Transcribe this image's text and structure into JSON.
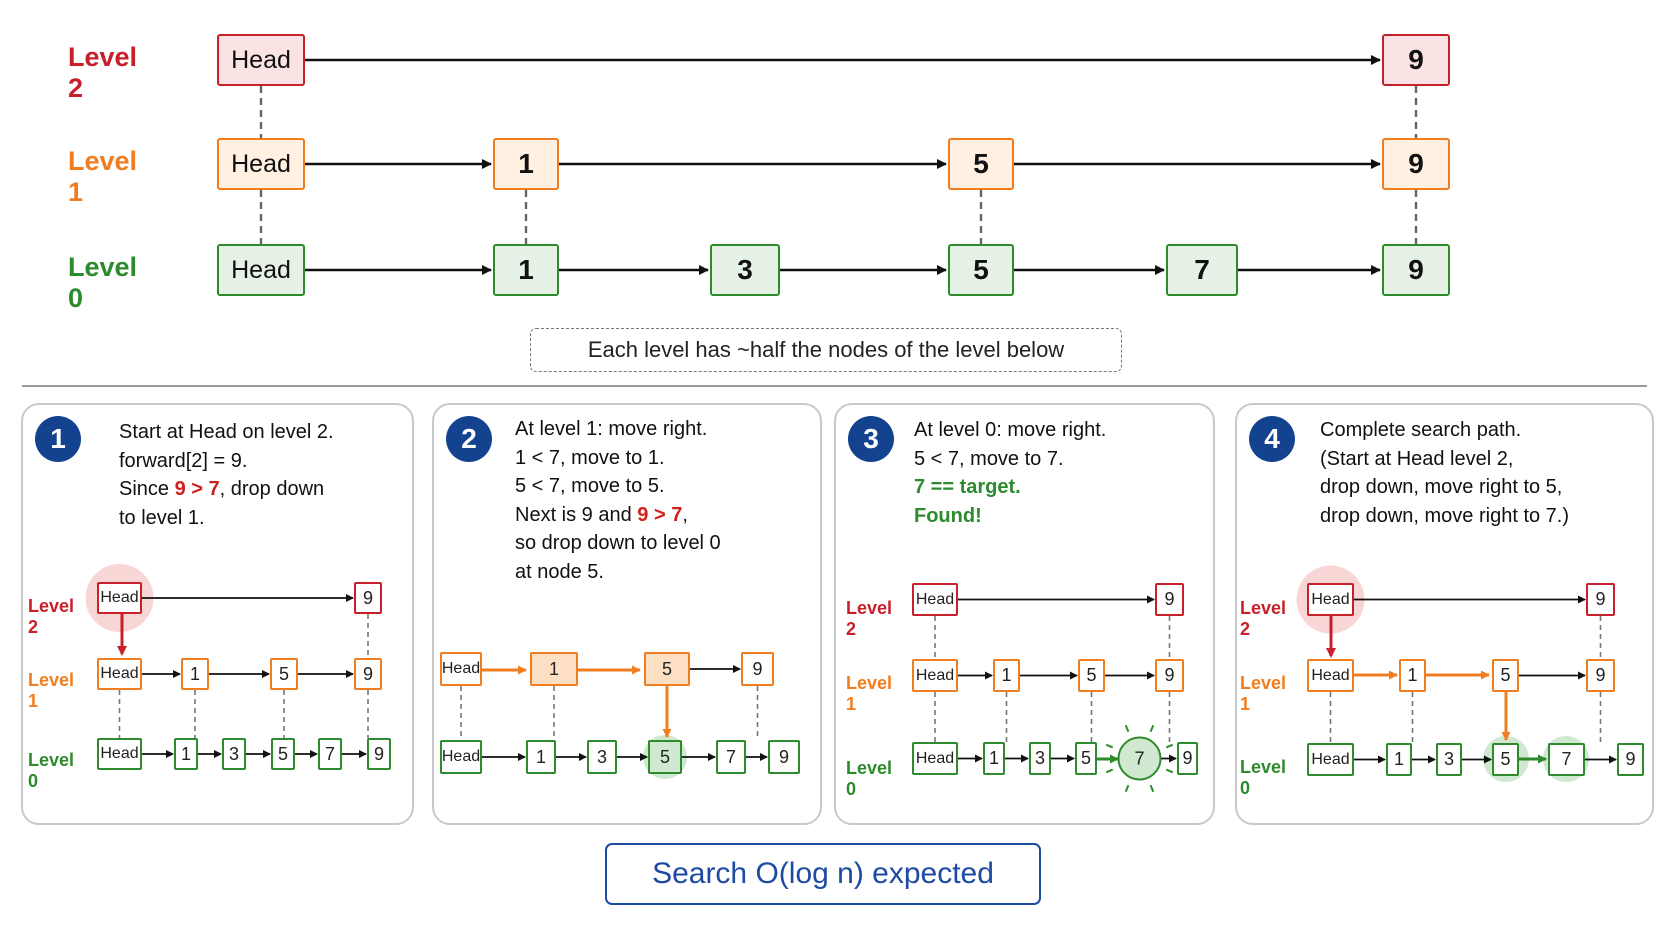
{
  "colors": {
    "red": "#c8202a",
    "orange": "#f07d1f",
    "green": "#2d8a2d",
    "navy": "#13438f",
    "blue": "#1d4aa3"
  },
  "top": {
    "level_labels": [
      "Level 2",
      "Level 1",
      "Level 0"
    ],
    "levels": [
      {
        "nodes": [
          "Head",
          "9"
        ]
      },
      {
        "nodes": [
          "Head",
          "1",
          "5",
          "9"
        ]
      },
      {
        "nodes": [
          "Head",
          "1",
          "3",
          "5",
          "7",
          "9"
        ]
      }
    ],
    "note": "Each level has ~half the nodes of the level below"
  },
  "panels": [
    {
      "badge": "1",
      "lines": [
        [
          "Start at Head on level 2."
        ],
        [
          "forward[2] = 9."
        ],
        [
          "Since ",
          {
            "t": "9 > 7",
            "c": "red"
          },
          ", drop down"
        ],
        [
          "to level 1."
        ]
      ]
    },
    {
      "badge": "2",
      "lines": [
        [
          "At level 1: move right."
        ],
        [
          "1 < 7, move to 1."
        ],
        [
          "5 < 7, move to 5."
        ],
        [
          "Next is 9 and ",
          {
            "t": "9 > 7",
            "c": "red"
          },
          ","
        ],
        [
          "so drop down to level 0"
        ],
        [
          "at node 5."
        ]
      ]
    },
    {
      "badge": "3",
      "lines": [
        [
          "At level 0: move right."
        ],
        [
          "5 < 7, move to 7."
        ],
        [
          {
            "t": "7 == target.",
            "c": "grn"
          }
        ],
        [
          {
            "t": "Found!",
            "c": "grn"
          }
        ]
      ]
    },
    {
      "badge": "4",
      "lines": [
        [
          "Complete search path."
        ],
        [
          "(Start at Head level 2,"
        ],
        [
          "drop down, move right to 5,"
        ],
        [
          "drop down, move right to 7.)"
        ]
      ]
    }
  ],
  "mini": {
    "level_labels": [
      "Level 2",
      "Level 1",
      "Level 0"
    ],
    "l2": [
      "Head",
      "9"
    ],
    "l1": [
      "Head",
      "1",
      "5",
      "9"
    ],
    "l0": [
      "Head",
      "1",
      "3",
      "5",
      "7",
      "9"
    ]
  },
  "footer": "Search O(log n) expected"
}
